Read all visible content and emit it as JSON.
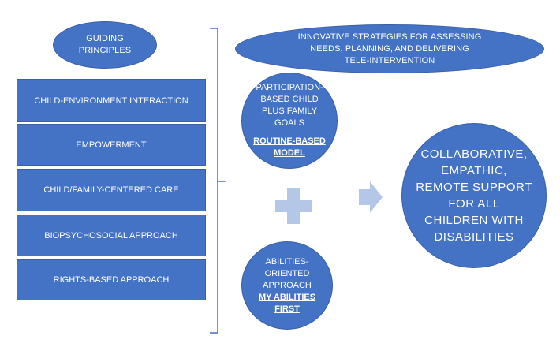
{
  "guiding": {
    "label_l1": "GUIDING",
    "label_l2": "PRINCIPLES"
  },
  "innovative": {
    "l1": "INNOVATIVE STRATEGIES FOR ASSESSING",
    "l2": "NEEDS, PLANNING, AND DELIVERING",
    "l3": "TELE-INTERVENTION"
  },
  "principles": [
    "CHILD-ENVIRONMENT INTERACTION",
    "EMPOWERMENT",
    "CHILD/FAMILY-CENTERED CARE",
    "BIOPSYCHOSOCIAL APPROACH",
    "RIGHTS-BASED APPROACH"
  ],
  "participation": {
    "l1": "PARTICIPATION-",
    "l2": "BASED CHILD",
    "l3": "PLUS FAMILY",
    "l4": "GOALS",
    "model_l1": "ROUTINE-BASED",
    "model_l2": "MODEL"
  },
  "abilities": {
    "l1": "ABILITIES-",
    "l2": "ORIENTED",
    "l3": "APPROACH",
    "link_l1": "MY ABILITIES",
    "link_l2": "FIRST"
  },
  "outcome": {
    "l1": "COLLABORATIVE,",
    "l2": "EMPATHIC,",
    "l3": "REMOTE SUPPORT",
    "l4": "FOR ALL",
    "l5": "CHILDREN WITH",
    "l6": "DISABILITIES"
  },
  "colors": {
    "box_fill": "#4472c4",
    "border": "#3a5fa6",
    "plus_arrow": "#b4c7e7",
    "brace": "#4472c4"
  }
}
